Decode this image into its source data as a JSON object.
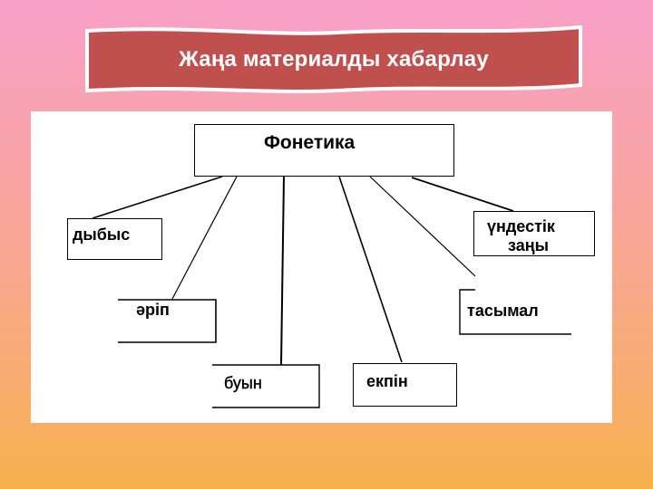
{
  "banner": {
    "title": "Жаңа материалды хабарлау",
    "fill_color": "#C0504D",
    "border_color": "#FFFFFF"
  },
  "diagram": {
    "root": "Фонетика",
    "children": [
      {
        "label": "дыбыс"
      },
      {
        "label": "әріп"
      },
      {
        "label": "буын"
      },
      {
        "label": "екпін"
      },
      {
        "label": "тасымал"
      },
      {
        "label_line1": "үндестік",
        "label_line2": "заңы"
      }
    ]
  },
  "colors": {
    "background_top": "#F9A0C9",
    "background_bottom": "#F7B04C",
    "panel": "#FFFFFF",
    "stroke": "#000000"
  }
}
